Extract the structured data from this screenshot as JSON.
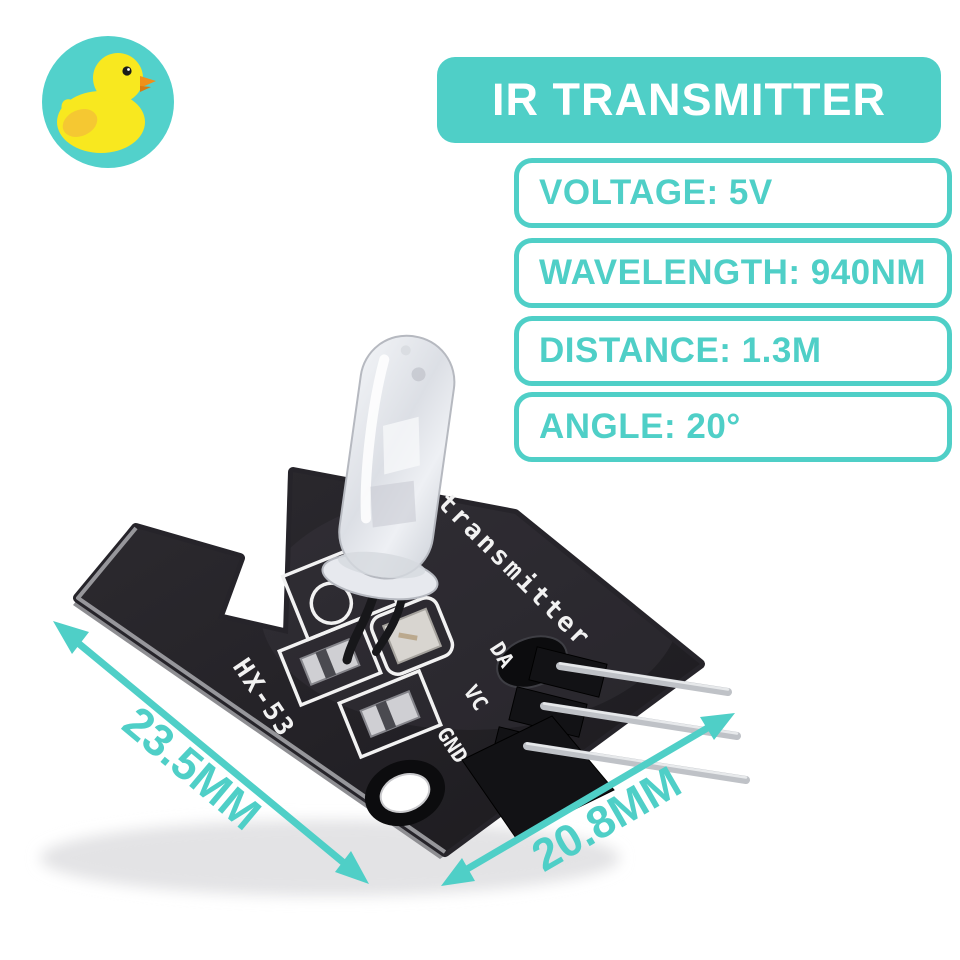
{
  "brand": {
    "logo": "rubber-duck",
    "circle_color": "#52D1CB",
    "duck_body_color": "#F8E81F",
    "duck_wing_color": "#F5C832",
    "duck_beak_color": "#F0901A",
    "duck_eye_color": "#1A1A1A"
  },
  "header": {
    "title": "IR TRANSMITTER",
    "bg_color": "#4FCFC7",
    "text_color": "#FFFFFF"
  },
  "specs": [
    {
      "id": "voltage",
      "text": "VOLTAGE: 5V"
    },
    {
      "id": "wavelength",
      "text": "WAVELENGTH: 940NM"
    },
    {
      "id": "distance",
      "text": "DISTANCE: 1.3M"
    },
    {
      "id": "angle",
      "text": "ANGLE: 20°"
    }
  ],
  "module": {
    "silkscreen_label": "transmitter",
    "model_number": "HX-53",
    "pin_labels": [
      "DA",
      "VC",
      "GND"
    ],
    "board_color": "#26242A",
    "pin_color": "#BFC2C7"
  },
  "dimensions": {
    "length_label": "23.5MM",
    "width_label": "20.8MM",
    "arrow_color": "#4FCFC7"
  }
}
